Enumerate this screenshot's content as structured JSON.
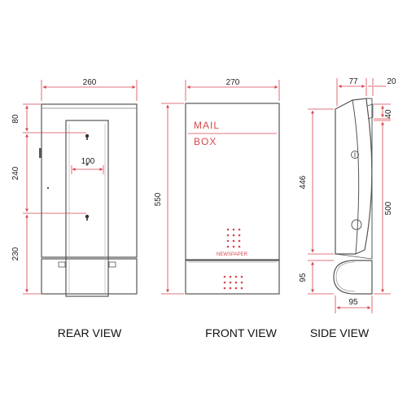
{
  "colors": {
    "dimension_line": "#d7474f",
    "body_outline": "#555555",
    "outline_dark": "#333333",
    "text": "#222222"
  },
  "views": {
    "rear": {
      "label": "REAR VIEW",
      "dims": {
        "width": "260",
        "top": "80",
        "middle": "240",
        "bottom": "230",
        "mount_width": "100"
      }
    },
    "front": {
      "label": "FRONT VIEW",
      "dims": {
        "width": "270",
        "height": "550"
      },
      "mail_text": "MAIL",
      "box_text": "BOX",
      "newspaper_text": "NEWSPAPER"
    },
    "side": {
      "label": "SIDE VIEW",
      "dims": {
        "top_depth": "77",
        "top_right": "20",
        "small_right": "40",
        "front_height": "446",
        "total_height": "500",
        "bottom_left": "95",
        "bottom_width": "95"
      }
    }
  }
}
